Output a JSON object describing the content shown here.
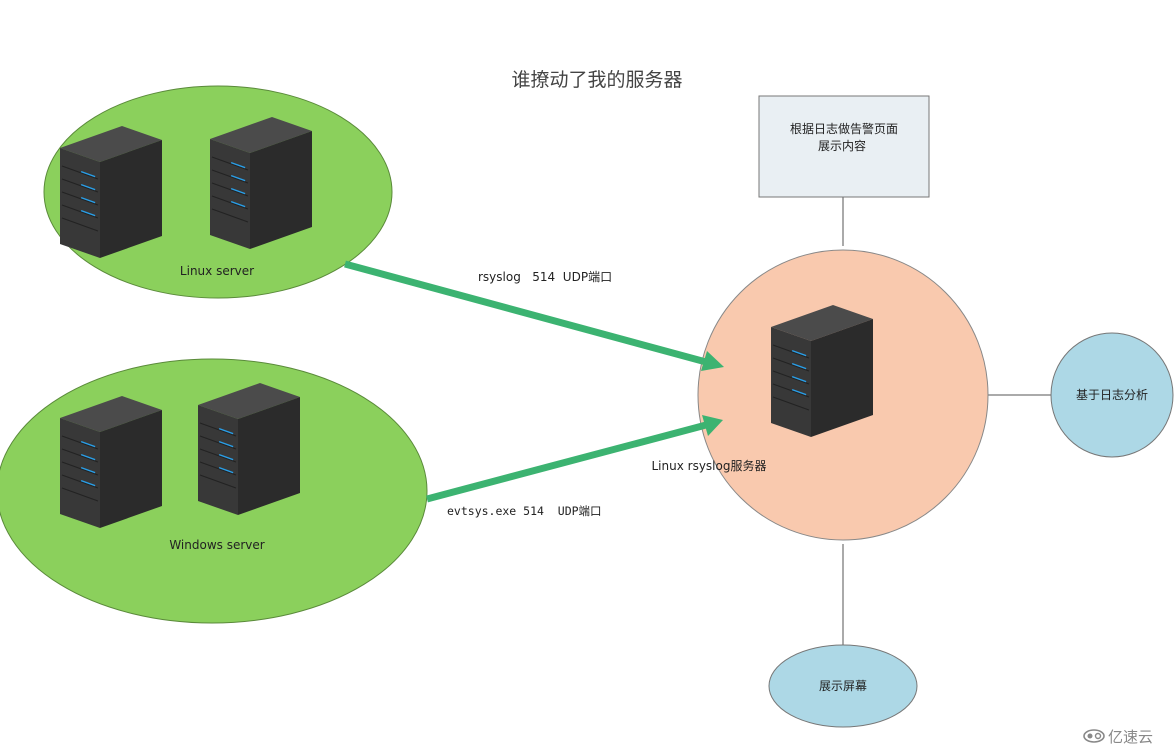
{
  "title": "谁撩动了我的服务器",
  "nodes": {
    "linux_group": {
      "label": "Linux server"
    },
    "windows_group": {
      "label": "Windows  server"
    },
    "central": {
      "label": "Linux  rsyslog服务器"
    },
    "alert_box": {
      "line1": "根据日志做告警页面",
      "line2": "展示内容"
    },
    "analysis": {
      "label": "基于日志分析"
    },
    "display": {
      "label": "展示屏幕"
    }
  },
  "edges": {
    "linux_to_central": {
      "label": "rsyslog   514  UDP端口"
    },
    "windows_to_central": {
      "label": "evtsys.exe 514  UDP端口"
    }
  },
  "watermark": {
    "text": "亿速云"
  },
  "colors": {
    "green_group": "#8bd05c",
    "central_fill": "#f9c9ae",
    "alert_fill": "#e9eff3",
    "blue_node": "#add8e6",
    "arrow": "#3cb371",
    "server_body": "#2f2f2f",
    "server_led": "#2a9fe8"
  }
}
